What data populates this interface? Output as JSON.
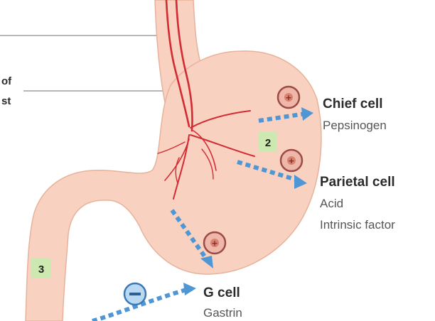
{
  "colors": {
    "stomach_fill": "#f8d1c0",
    "stomach_outline": "#e7b29c",
    "vessel": "#d32b33",
    "arrow": "#4f96d4",
    "badge_green": "#cde8b0",
    "cell_fill": "#efb7aa",
    "cell_ring": "#9c4a44",
    "g_cell_fill": "#b9d9f2",
    "g_cell_ring": "#3b79b5",
    "leader_line": "#8c8c8c"
  },
  "left_edge_labels": [
    "of",
    "st"
  ],
  "badges": {
    "two": "2",
    "three": "3"
  },
  "cells": {
    "chief": {
      "title": "Chief cell",
      "products": [
        "Pepsinogen"
      ],
      "icon": "plus-cell-icon"
    },
    "parietal": {
      "title": "Parietal cell",
      "products": [
        "Acid",
        "Intrinsic factor"
      ],
      "icon": "plus-cell-icon"
    },
    "g_cell": {
      "title": "G cell",
      "products": [
        "Gastrin"
      ],
      "icon": "plus-cell-icon"
    },
    "inhibitor": {
      "icon": "minus-cell-icon"
    }
  }
}
